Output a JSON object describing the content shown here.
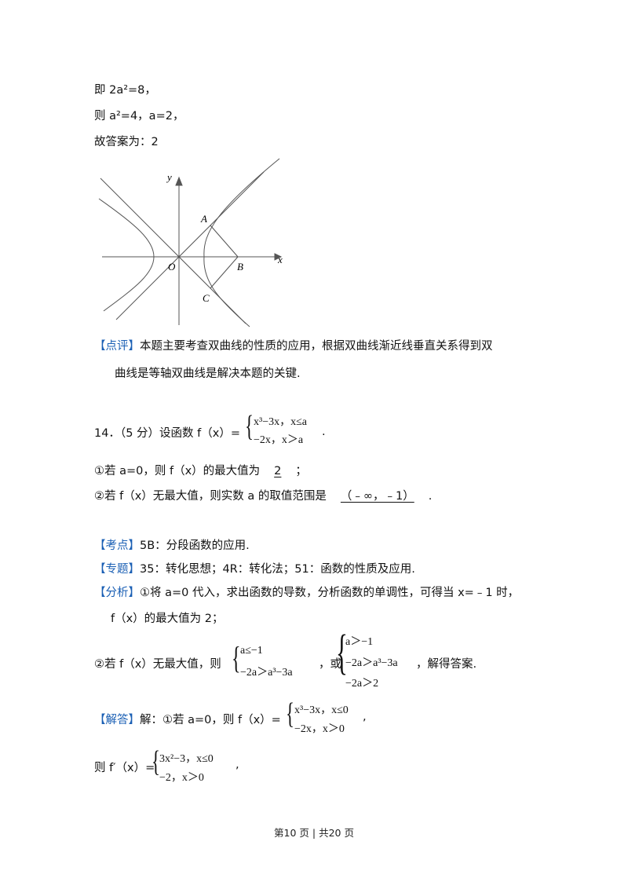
{
  "top": {
    "l1": "即 2a²=8，",
    "l2": "则 a²=4，a=2，",
    "l3": "故答案为：2"
  },
  "figure": {
    "labels": {
      "y": "y",
      "x": "x",
      "O": "O",
      "A": "A",
      "B": "B",
      "C": "C"
    }
  },
  "comment": {
    "tag": "【点评】",
    "text1": "本题主要考查双曲线的性质的应用，根据双曲线渐近线垂直关系得到双",
    "text2": "曲线是等轴双曲线是解决本题的关键."
  },
  "q14": {
    "stem": "14．（5 分）设函数 f（x）=",
    "case1": "x³−3x，x≤a",
    "case2": "−2x，x＞a",
    "end": ".",
    "p1_pre": "①若 a=0，则 f（x）的最大值为",
    "p1_ans": "2",
    "p1_end": "；",
    "p2_pre": "②若 f（x）无最大值，则实数 a 的取值范围是",
    "p2_ans": "（﹣∞，﹣1）",
    "p2_end": "."
  },
  "kaodian": {
    "tag": "【考点】",
    "text": "5B：分段函数的应用."
  },
  "zhuanti": {
    "tag": "【专题】",
    "text": "35：转化思想；4R：转化法；51：函数的性质及应用."
  },
  "fenxi": {
    "tag": "【分析】",
    "text1": "①将 a=0 代入，求出函数的导数，分析函数的单调性，可得当 x=﹣1 时，",
    "text2": "f（x）的最大值为 2；",
    "p2_pre": "②若 f（x）无最大值，则",
    "sysA1": "a≤−1",
    "sysA2": "−2a＞a³−3a",
    "mid": "，或",
    "sysB1": "a＞−1",
    "sysB2": "−2a＞a³−3a",
    "sysB3": "−2a＞2",
    "end": "，解得答案."
  },
  "jieda": {
    "tag": "【解答】",
    "text": "解：①若 a=0，则 f（x）=",
    "c1": "x³−3x，x≤0",
    "c2": "−2x，x＞0",
    "comma": ","
  },
  "deriv": {
    "pre": "则 f′（x）=",
    "c1": "3x²−3，x≤0",
    "c2": "−2，x＞0",
    "comma": ","
  },
  "footer": {
    "text": "第10 页  |  共20 页"
  }
}
